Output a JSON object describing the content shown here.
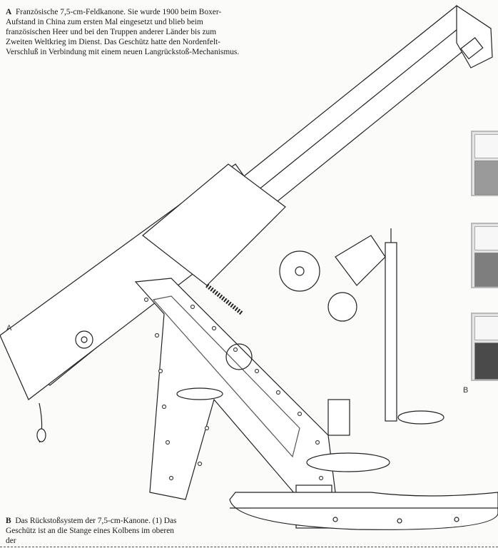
{
  "caption_a": {
    "letter": "A",
    "text": "Französische 7,5-cm-Feldkanone. Sie wurde 1900 beim Boxer-Aufstand in China zum ersten Mal eingesetzt und blieb beim französischen Heer und bei den Truppen anderer Länder bis zum Zweiten Weltkrieg im Dienst. Das Geschütz hatte den Nordenfelt-Verschluß in Verbindung mit einem neuen Langrückstoß-Mechanismus."
  },
  "caption_b": {
    "letter": "B",
    "text": "Das Rückstoßsystem der 7,5-cm-Kanone. (1) Das Geschütz ist an die Stange eines Kolbens im oberen der"
  },
  "figure_labels": {
    "a": "A",
    "b": "B"
  },
  "colors": {
    "box1": "#9a9a9a",
    "box2": "#7e7e7e",
    "box3": "#4a4a4a"
  }
}
